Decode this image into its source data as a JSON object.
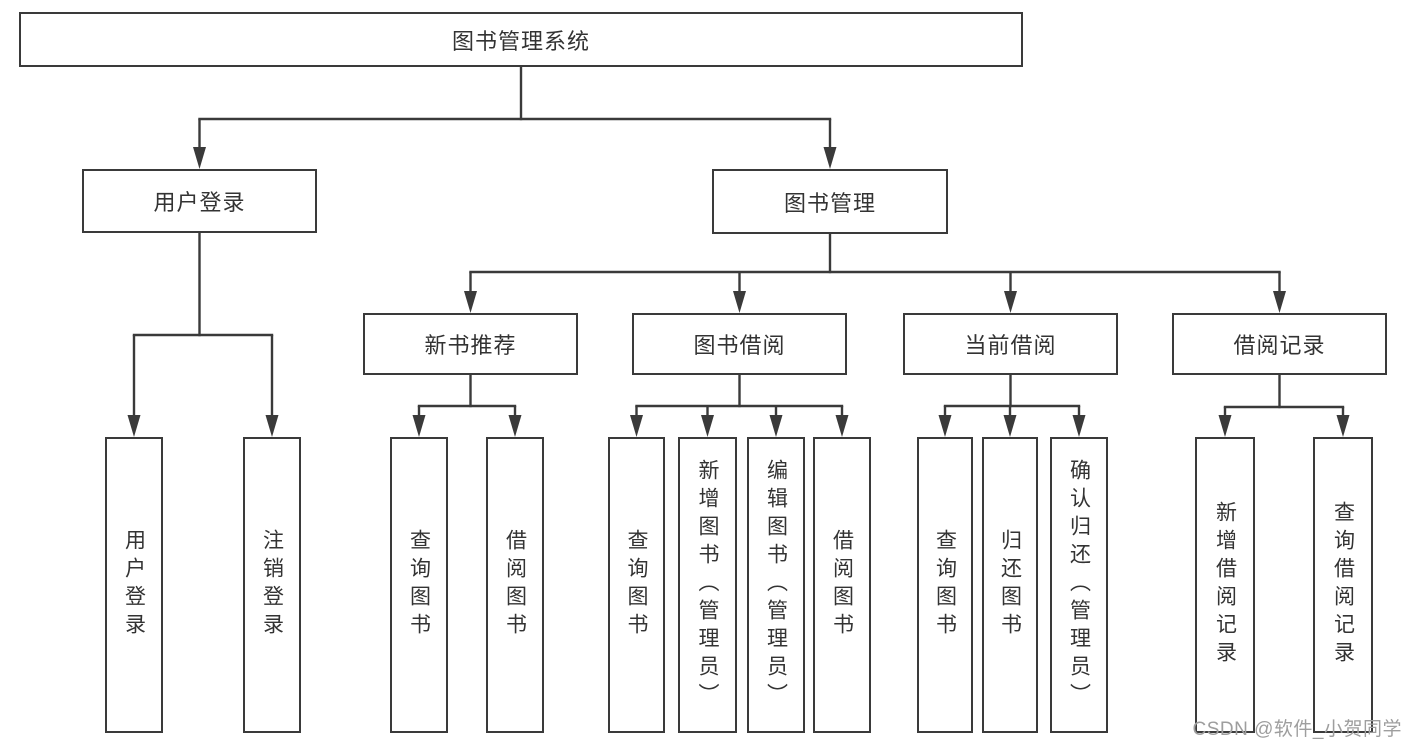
{
  "diagram": {
    "root": {
      "label": "图书管理系统"
    },
    "level2": [
      {
        "label": "用户登录"
      },
      {
        "label": "图书管理"
      }
    ],
    "level3": [
      {
        "label": "新书推荐",
        "parent": "图书管理"
      },
      {
        "label": "图书借阅",
        "parent": "图书管理"
      },
      {
        "label": "当前借阅",
        "parent": "图书管理"
      },
      {
        "label": "借阅记录",
        "parent": "图书管理"
      }
    ],
    "leaves": [
      {
        "label": "用户登录",
        "parent": "用户登录"
      },
      {
        "label": "注销登录",
        "parent": "用户登录"
      },
      {
        "label": "查询图书",
        "parent": "新书推荐"
      },
      {
        "label": "借阅图书",
        "parent": "新书推荐"
      },
      {
        "label": "查询图书",
        "parent": "图书借阅"
      },
      {
        "label": "新增图书（管理员）",
        "parent": "图书借阅"
      },
      {
        "label": "编辑图书（管理员）",
        "parent": "图书借阅"
      },
      {
        "label": "借阅图书",
        "parent": "图书借阅"
      },
      {
        "label": "查询图书",
        "parent": "当前借阅"
      },
      {
        "label": "归还图书",
        "parent": "当前借阅"
      },
      {
        "label": "确认归还（管理员）",
        "parent": "当前借阅"
      },
      {
        "label": "新增借阅记录",
        "parent": "借阅记录"
      },
      {
        "label": "查询借阅记录",
        "parent": "借阅记录"
      }
    ]
  },
  "watermark": "CSDN @软件_小贺同学",
  "colors": {
    "line": "#3a3a3a",
    "text": "#333333",
    "box_background": "#ffffff",
    "watermark": "#9e9e9e",
    "background": "#ffffff"
  }
}
